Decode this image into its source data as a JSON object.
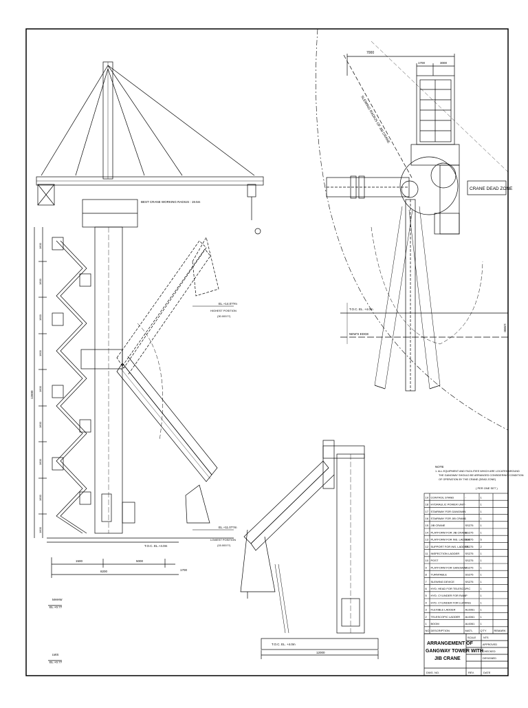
{
  "left_view": {
    "jib_note": "BEST CRANE WORKING RADIUS : 19.5m",
    "level_upper": "EL.+14.0??m",
    "level_upper_sub": "HIGHEST POSITION",
    "level_upper_sub2": "(30.000??)",
    "level_lower": "EL.+11.0??m",
    "level_lower_sub": "LOWEST POSITION",
    "level_lower_sub2": "(15.000??)",
    "toc": "T.O.C. EL.+4.0m",
    "dims_bottom": [
      "1500",
      "5000",
      "1700"
    ],
    "dim_total": "8200",
    "dims_side": [
      "1600",
      "1600",
      "1600",
      "1600",
      "1600",
      "1600",
      "1600",
      "1600",
      "1600"
    ],
    "dim_side_total": "12600",
    "legend_a": "MHHW",
    "legend_a_val": "EL.+0.??",
    "legend_b": "LWS",
    "legend_b_val": "EL.+0.??"
  },
  "plan_view": {
    "radius_label": "SLEWING RADIUS OF JIB CRANE",
    "dim_top": "7000",
    "dim_top_a": "1700",
    "dim_top_b": "3000",
    "dead_zone": "CRANE DEAD ZONE",
    "toc": "T.O.C. EL. +4.0m",
    "note_line": "NEW'S EDGE",
    "dim_right": "12000"
  },
  "side_view": {
    "toc": "T.O.C. EL. +4.0m",
    "dim_bottom": "12000"
  },
  "notes": {
    "heading": "NOTE",
    "lines": [
      "1. ALL EQUIPMENT AND FACILITIES WHICH ARE LOCATED AROUND",
      "THE GANGWAY SHOULD BE ARRANGED CONSIDERING CONDITION",
      "OF OPERATION BY THE CRANE (DEAD ZONE)"
    ],
    "per_unit": "( PER ONE SET )"
  },
  "parts_table": {
    "headers": [
      "NO.",
      "DESCRIPTION",
      "MAT'L",
      "Q'TY",
      "REMARK"
    ],
    "rows": [
      [
        "19",
        "CONTROL STAND",
        "-",
        "1",
        ""
      ],
      [
        "18",
        "HYDRAULIC POWER UNIT",
        "-",
        "1",
        ""
      ],
      [
        "17",
        "STAIRWAY FOR GANGWAY",
        "-",
        "1",
        ""
      ],
      [
        "16",
        "STAIRWAY FOR JIB CRANE",
        "-",
        "1",
        ""
      ],
      [
        "15",
        "JIB CRANE",
        "SS275",
        "1",
        ""
      ],
      [
        "14",
        "PLATFORM FOR JIB CRANE",
        "SS275",
        "1",
        ""
      ],
      [
        "13",
        "PLATFORM FOR INS. LADDER",
        "SS275",
        "5",
        ""
      ],
      [
        "12",
        "SUPPORT FOR INS. LADDER",
        "SS275",
        "2",
        ""
      ],
      [
        "11",
        "INSPECTION LADDER",
        "SS275",
        "1",
        ""
      ],
      [
        "10",
        "POST",
        "SS275",
        "1",
        ""
      ],
      [
        "9",
        "PLATFORM FOR GANGWAY",
        "SS275",
        "1",
        ""
      ],
      [
        "8",
        "TURNTABLE",
        "SS275",
        "1",
        ""
      ],
      [
        "7",
        "SLEWING DEVICE",
        "SS275",
        "1",
        ""
      ],
      [
        "6",
        "HYD. HEAD FOR TELESCOPIC",
        "-",
        "1",
        ""
      ],
      [
        "5",
        "HYD. CYLINDER FOR RAMP",
        "-",
        "1",
        ""
      ],
      [
        "4",
        "HYD. CYLINDER FOR LUFFING",
        "-",
        "1",
        ""
      ],
      [
        "3",
        "FLEXIBLE LADDER",
        "AL6061",
        "1",
        ""
      ],
      [
        "2",
        "TELESCOPIC LADDER",
        "AL6061",
        "1",
        ""
      ],
      [
        "1",
        "BOOM",
        "AL6061",
        "1",
        ""
      ]
    ]
  },
  "title_block": {
    "title_lines": [
      "ARRANGEMENT OF",
      "GANGWAY TOWER WITH",
      "JIB CRANE"
    ],
    "dwg_no_label": "DWG. NO.",
    "scale_label": "SCALE",
    "scale_val": "NTS",
    "approved": "APPROVED",
    "checked": "CHECKED",
    "designed": "DESIGNED",
    "rev": "REV.",
    "date": "DATE"
  }
}
